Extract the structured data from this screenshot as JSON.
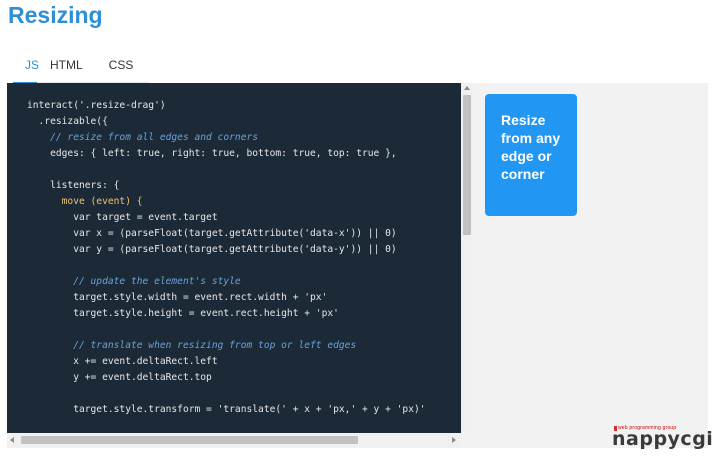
{
  "page": {
    "title": "Resizing"
  },
  "tabs": [
    {
      "label": "JS",
      "active": true
    },
    {
      "label": "HTML",
      "active": false
    },
    {
      "label": "CSS",
      "active": false
    }
  ],
  "code": {
    "lines": [
      "interact('.resize-drag')",
      "  .resizable({",
      "    // resize from all edges and corners",
      "    edges: { left: true, right: true, bottom: true, top: true },",
      "",
      "    listeners: {",
      "      move (event) {",
      "        var target = event.target",
      "        var x = (parseFloat(target.getAttribute('data-x')) || 0)",
      "        var y = (parseFloat(target.getAttribute('data-y')) || 0)",
      "",
      "        // update the element's style",
      "        target.style.width = event.rect.width + 'px'",
      "        target.style.height = event.rect.height + 'px'",
      "",
      "        // translate when resizing from top or left edges",
      "        x += event.deltaRect.left",
      "        y += event.deltaRect.top",
      "",
      "        target.style.transform = 'translate(' + x + 'px,' + y + 'px)'"
    ]
  },
  "demo": {
    "box_text": "Resize from any edge or corner"
  },
  "watermark": {
    "small": "web programming group",
    "big": "nappycgi"
  },
  "colors": {
    "accent": "#2d8fd6",
    "box": "#2196f3",
    "editor_bg": "#1c2a38"
  }
}
